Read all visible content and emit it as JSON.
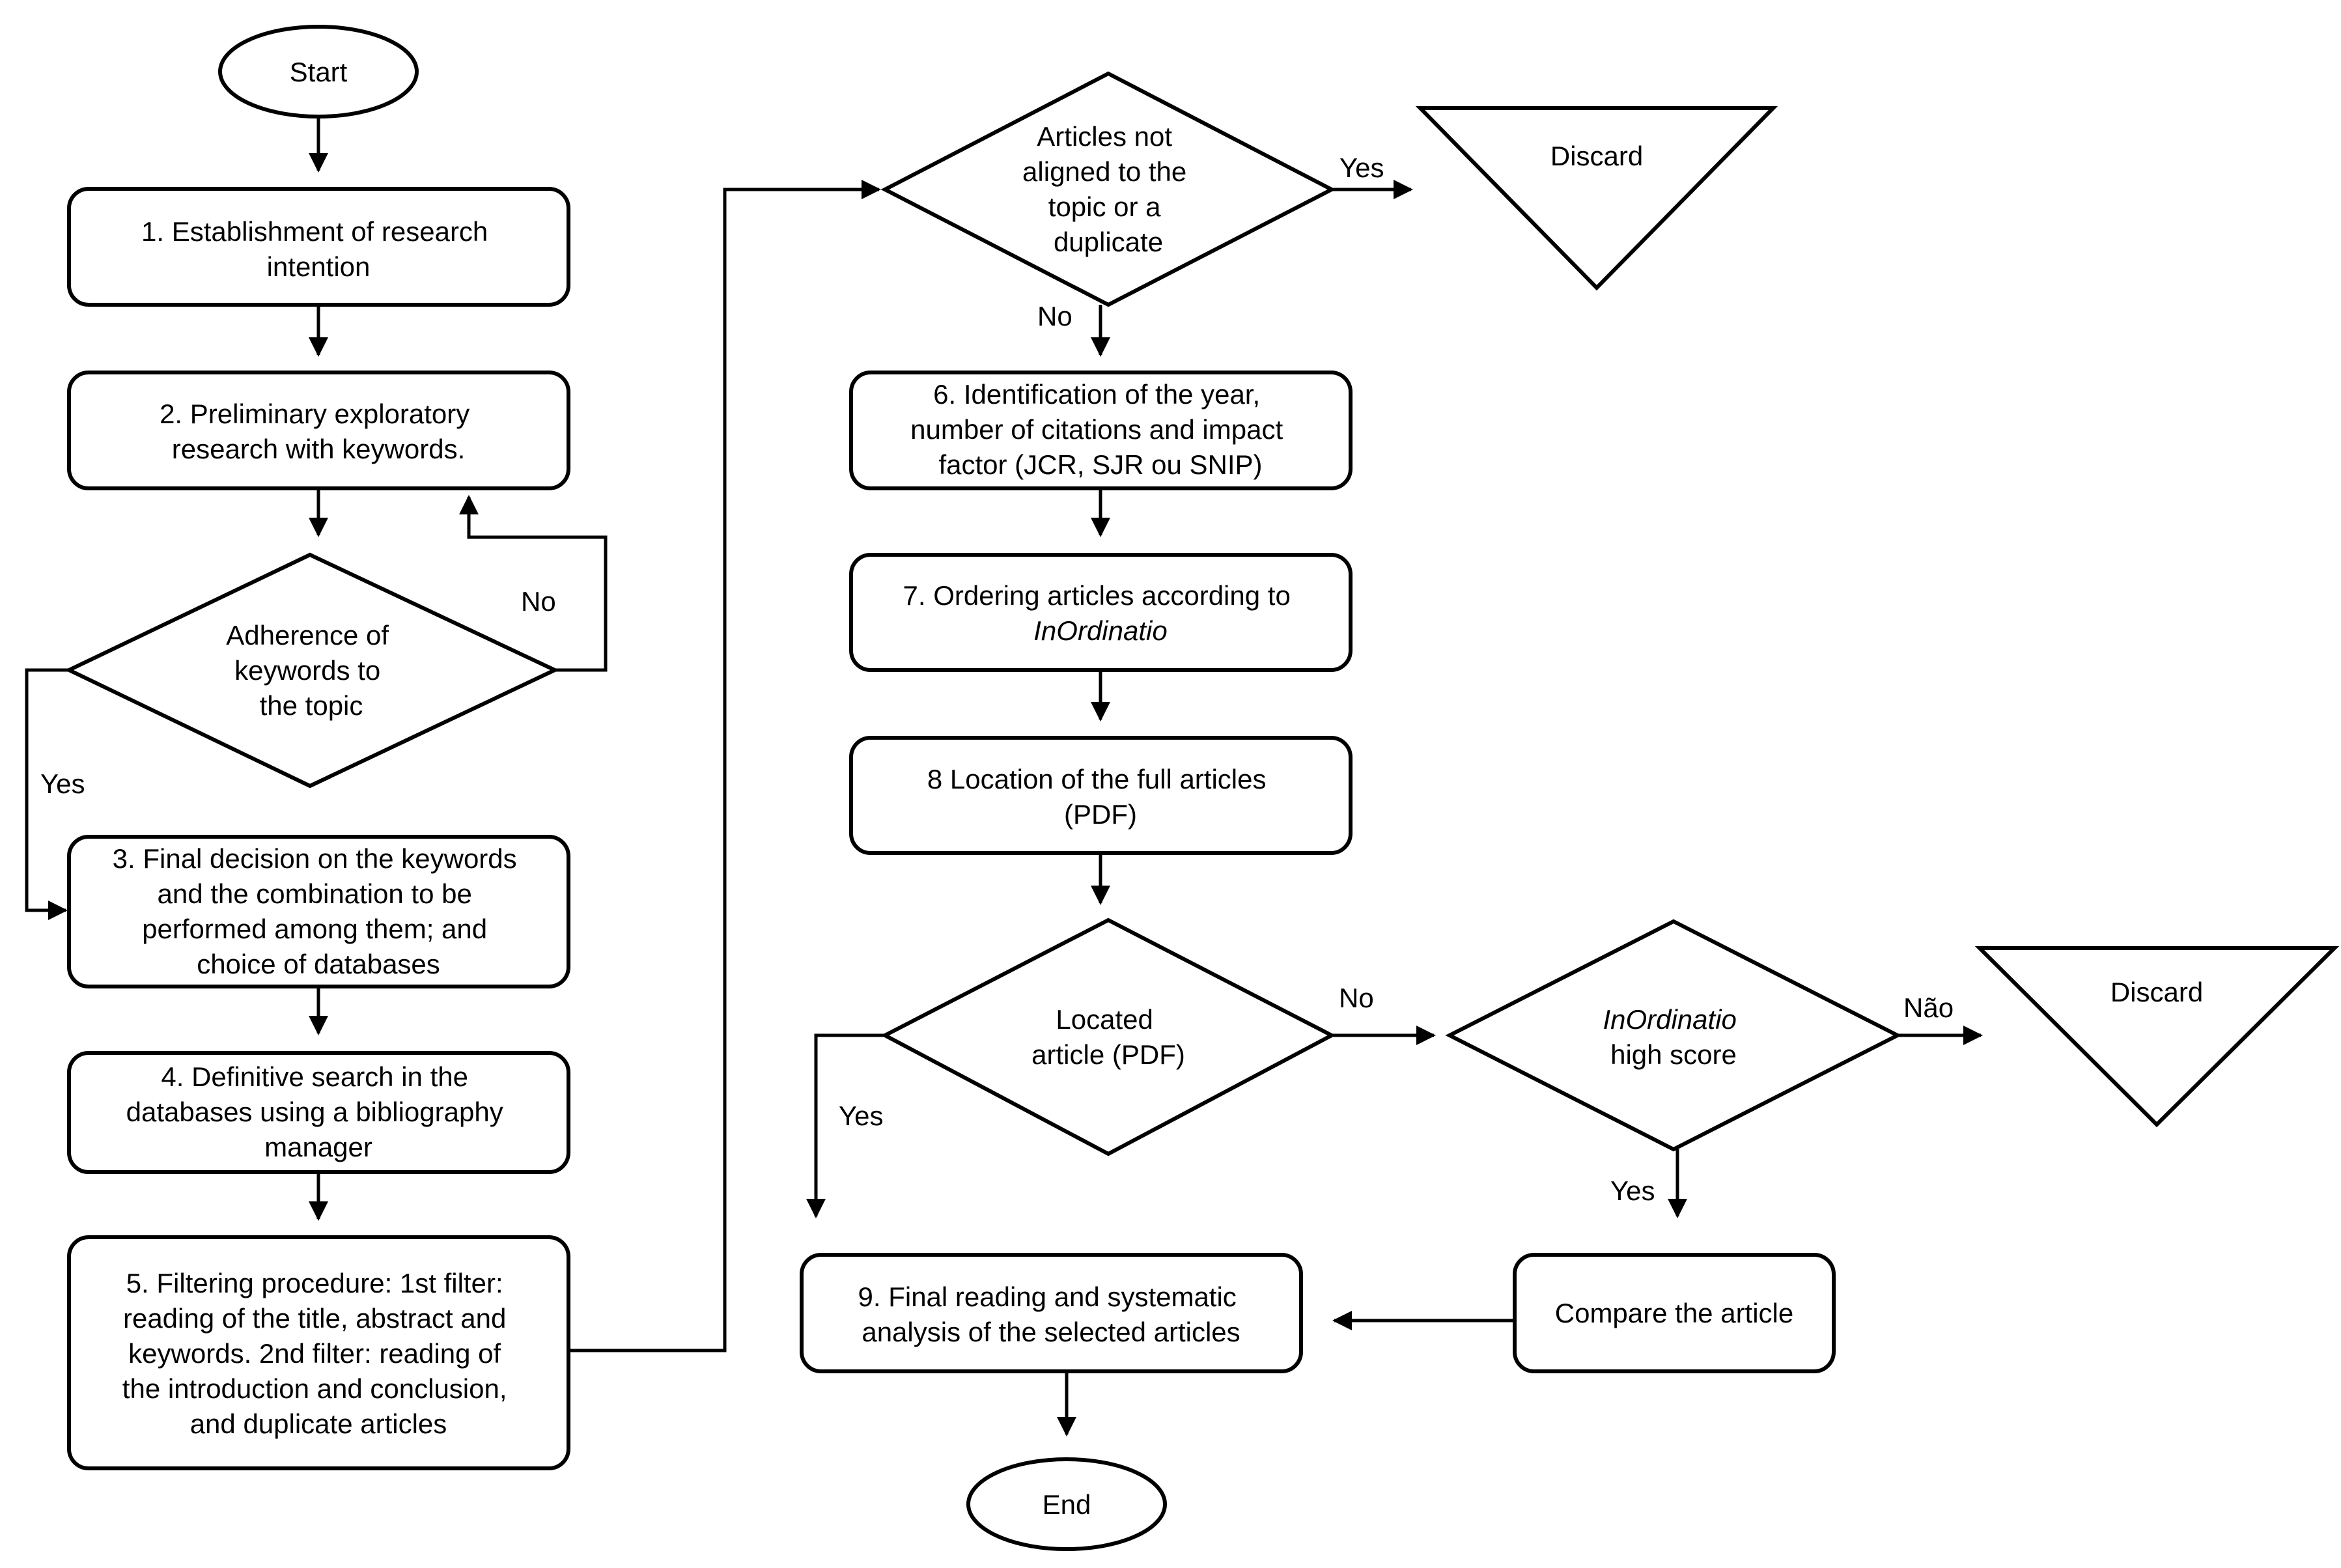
{
  "nodes": {
    "start": {
      "label": [
        "Start"
      ]
    },
    "step1": {
      "label": [
        "1. Establishment of research",
        "intention"
      ]
    },
    "step2": {
      "label": [
        "2. Preliminary exploratory",
        "research with keywords."
      ]
    },
    "adherence": {
      "label": [
        "Adherence of",
        "keywords to",
        "the topic"
      ]
    },
    "step3": {
      "label": [
        "3. Final decision on the keywords",
        "and the combination to be",
        "performed among them; and",
        "choice of databases"
      ]
    },
    "step4": {
      "label": [
        "4. Definitive search in the",
        "databases using a bibliography",
        "manager"
      ]
    },
    "step5": {
      "label": [
        "5. Filtering procedure: 1st filter:",
        "reading of the title, abstract and",
        "keywords. 2nd filter: reading of",
        "the introduction and conclusion,",
        "and duplicate articles"
      ]
    },
    "notaligned": {
      "label": [
        "Articles not",
        "aligned to the",
        "topic or a",
        "duplicate"
      ]
    },
    "discard1": {
      "label": [
        "Discard"
      ]
    },
    "step6": {
      "label": [
        "6. Identification of the year,",
        "number  of citations and impact",
        "factor (JCR, SJR ou SNIP)"
      ]
    },
    "step7": {
      "label": [
        "7. Ordering articles according to",
        "InOrdinatio"
      ]
    },
    "step8": {
      "label": [
        "8 Location of the full  articles",
        "(PDF)"
      ]
    },
    "located": {
      "label": [
        "Located",
        "article (PDF)"
      ]
    },
    "highscore": {
      "label": [
        "InOrdinatio",
        "high score"
      ]
    },
    "discard2": {
      "label": [
        "Discard"
      ]
    },
    "step9": {
      "label": [
        "9. Final reading and systematic",
        "analysis of the selected articles"
      ]
    },
    "compare": {
      "label": [
        "Compare the article"
      ]
    },
    "end": {
      "label": [
        "End"
      ]
    }
  },
  "edges": {
    "adherence_no": "No",
    "adherence_yes": "Yes",
    "notaligned_yes": "Yes",
    "notaligned_no": "No",
    "located_no": "No",
    "located_yes": "Yes",
    "highscore_nao": "Não",
    "highscore_yes": "Yes"
  }
}
